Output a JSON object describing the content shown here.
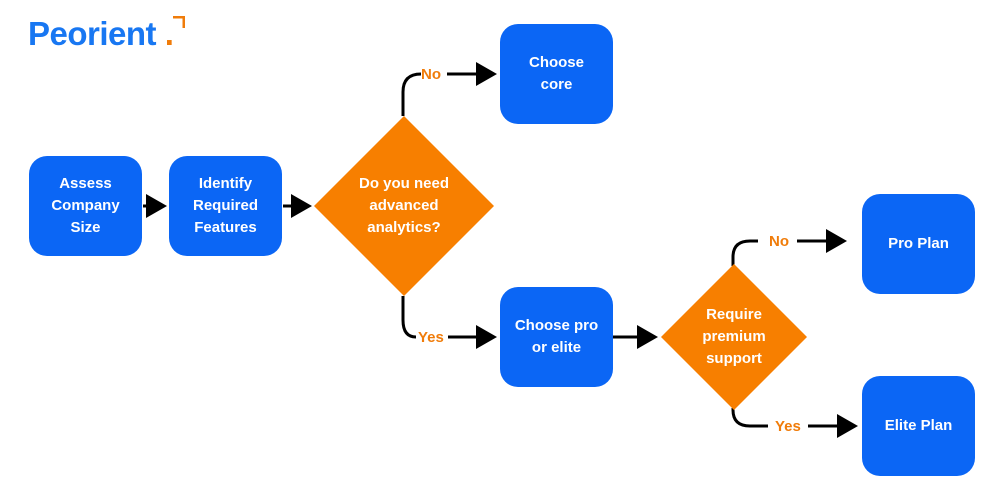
{
  "brand": {
    "name": "Peorient",
    "dot": ".",
    "accent": "#F07C0A",
    "primary": "#1877F2"
  },
  "colors": {
    "box": "#0B66F5",
    "diamond": "#F77F00",
    "arrow": "#000000",
    "branch_text": "#F07C0A"
  },
  "nodes": {
    "assess": "Assess\nCompany\nSize",
    "identify": "Identify\nRequired\nFeatures",
    "analytics_question": "Do you need\nadvanced\nanalytics?",
    "choose_core": "Choose\ncore",
    "choose_pro_elite": "Choose pro\nor elite",
    "premium_question": "Require\npremium\nsupport",
    "pro_plan": "Pro Plan",
    "elite_plan": "Elite Plan"
  },
  "branches": {
    "analytics_no": "No",
    "analytics_yes": "Yes",
    "premium_no": "No",
    "premium_yes": "Yes"
  }
}
